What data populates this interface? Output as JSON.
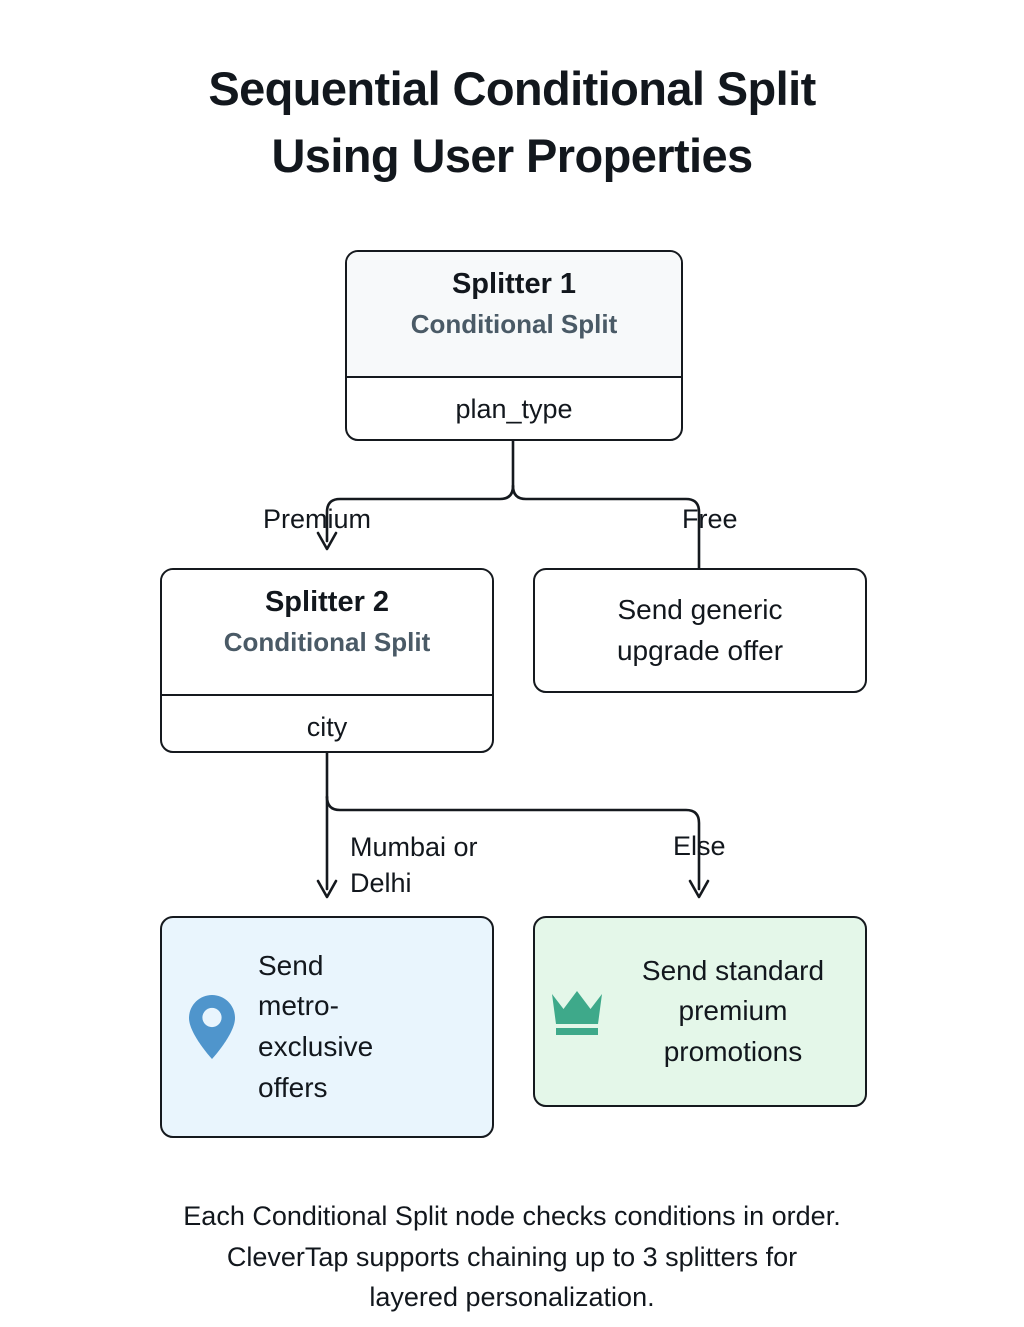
{
  "title": {
    "line1": "Sequential Conditional Split",
    "line2": "Using User Properties"
  },
  "nodes": {
    "splitter1": {
      "name": "Splitter 1",
      "type": "Conditional Split",
      "property": "plan_type"
    },
    "splitter2": {
      "name": "Splitter 2",
      "type": "Conditional Split",
      "property": "city"
    },
    "generic_offer": {
      "text": "Send generic\nupgrade offer"
    },
    "metro_offer": {
      "icon": "location-pin-icon",
      "text": "Send\nmetro-\nexclusive\noffers"
    },
    "standard_offer": {
      "icon": "crown-icon",
      "text": "Send standard\npremium\npromotions"
    }
  },
  "edges": {
    "premium": "Premium",
    "free": "Free",
    "mumbai_or_delhi": "Mumbai or\nDelhi",
    "else": "Else"
  },
  "caption": {
    "line1": "Each Conditional Split node checks conditions in order.",
    "line2": "CleverTap supports chaining up to 3 splitters for",
    "line3": "layered personalization."
  },
  "colors": {
    "background": "#ffffff",
    "node_border": "#15191e",
    "split_header_fill": "#f7f9fa",
    "split_type_text": "#4a5a66",
    "blue_node_fill": "#e9f5fd",
    "blue_icon": "#4f95cc",
    "green_node_fill": "#e4f7e9",
    "green_icon": "#3ea98a",
    "text": "#12171d"
  }
}
